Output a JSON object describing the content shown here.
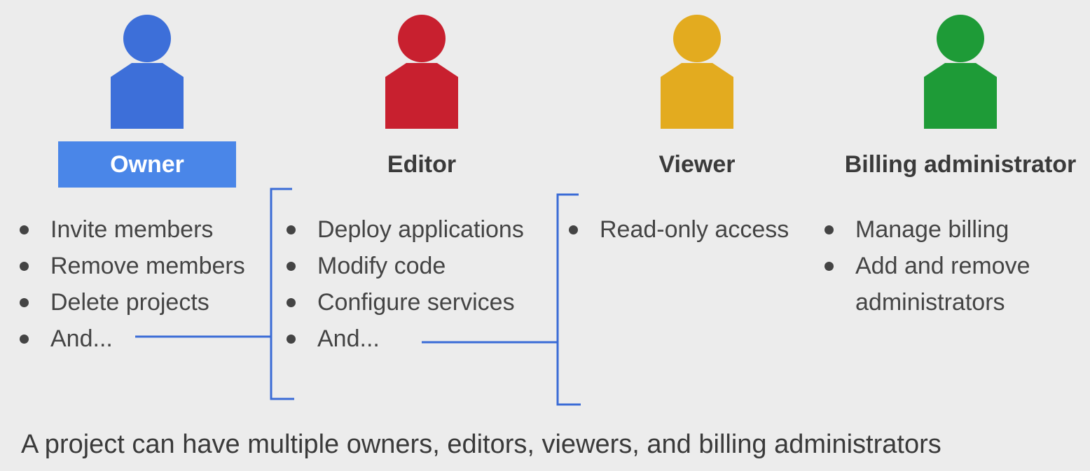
{
  "colors": {
    "owner": "#3d6fd9",
    "editor": "#c8202f",
    "viewer": "#e3ab1f",
    "billing": "#1e9b37",
    "highlight": "#4a86e8",
    "connector": "#3a6bd6",
    "background": "#ececec"
  },
  "roles": [
    {
      "id": "owner",
      "icon": "person-icon",
      "label": "Owner",
      "highlighted": true,
      "permissions": [
        "Invite members",
        "Remove members",
        "Delete projects",
        "And..."
      ]
    },
    {
      "id": "editor",
      "icon": "person-icon",
      "label": "Editor",
      "highlighted": false,
      "permissions": [
        "Deploy applications",
        "Modify code",
        "Configure services",
        "And..."
      ]
    },
    {
      "id": "viewer",
      "icon": "person-icon",
      "label": "Viewer",
      "highlighted": false,
      "permissions": [
        "Read-only access"
      ]
    },
    {
      "id": "billing",
      "icon": "person-icon",
      "label": "Billing administrator",
      "highlighted": false,
      "permissions": [
        "Manage billing",
        "Add and remove",
        "administrators"
      ]
    }
  ],
  "footer": "A project can have multiple owners, editors, viewers, and billing administrators"
}
